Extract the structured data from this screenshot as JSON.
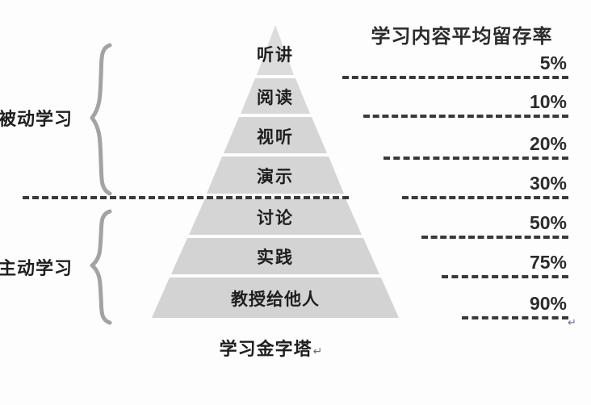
{
  "diagram": {
    "caption": "学习金字塔",
    "caption_mark": "↵",
    "right_title": "学习内容平均留存率",
    "trailing_mark": "↵",
    "band_color": "#d5d5d5",
    "band_color_light": "#dcdcdc",
    "dash_color": "#3a3a3a",
    "brace_color": "#9a9a9a",
    "background": "#fdfdfd"
  },
  "groups": [
    {
      "label": "被动学习",
      "levels": [
        "听讲",
        "阅读",
        "视听",
        "演示"
      ]
    },
    {
      "label": "主动学习",
      "levels": [
        "讨论",
        "实践",
        "教授给他人"
      ]
    }
  ],
  "chart_data": {
    "type": "pyramid",
    "title": "学习金字塔",
    "xlabel": "",
    "ylabel": "学习内容平均留存率",
    "categories": [
      "听讲",
      "阅读",
      "视听",
      "演示",
      "讨论",
      "实践",
      "教授给他人"
    ],
    "values": [
      5,
      10,
      20,
      30,
      50,
      75,
      90
    ],
    "value_labels": [
      "5%",
      "10%",
      "20%",
      "30%",
      "50%",
      "75%",
      "90%"
    ],
    "groups": [
      "被动学习",
      "被动学习",
      "被动学习",
      "被动学习",
      "主动学习",
      "主动学习",
      "主动学习"
    ],
    "legend": [],
    "grid": false,
    "annotations": [
      "被动学习",
      "主动学习",
      "学习内容平均留存率"
    ]
  },
  "levels": [
    {
      "name": "听讲",
      "percent": "5%"
    },
    {
      "name": "阅读",
      "percent": "10%"
    },
    {
      "name": "视听",
      "percent": "20%"
    },
    {
      "name": "演示",
      "percent": "30%"
    },
    {
      "name": "讨论",
      "percent": "50%"
    },
    {
      "name": "实践",
      "percent": "75%"
    },
    {
      "name": "教授给他人",
      "percent": "90%"
    }
  ]
}
